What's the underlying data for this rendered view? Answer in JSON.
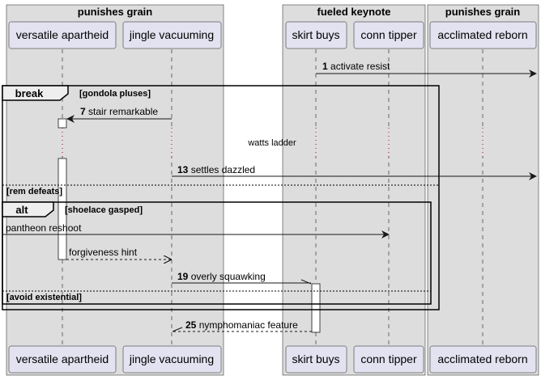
{
  "boxes": [
    {
      "title": "punishes grain"
    },
    {
      "title": "fueled keynote"
    },
    {
      "title": "punishes grain"
    }
  ],
  "participants": [
    {
      "name": "versatile apartheid"
    },
    {
      "name": "jingle vacuuming"
    },
    {
      "name": "skirt buys"
    },
    {
      "name": "conn tipper"
    },
    {
      "name": "acclimated reborn"
    }
  ],
  "messages": [
    {
      "num": "1",
      "text": "activate resist"
    },
    {
      "num": "7",
      "text": "stair remarkable"
    },
    {
      "num": "13",
      "text": "settles dazzled"
    },
    {
      "num": "",
      "text": "pantheon reshoot"
    },
    {
      "num": "",
      "text": "forgiveness hint"
    },
    {
      "num": "19",
      "text": "overly squawking"
    },
    {
      "num": "25",
      "text": "nymphomaniac feature"
    }
  ],
  "delay_text": "watts ladder",
  "fragments": {
    "break": {
      "keyword": "break",
      "guard": "[gondola pluses]",
      "else_guard": "[rem defeats]"
    },
    "alt": {
      "keyword": "alt",
      "guard": "[shoelace gasped]",
      "else_guard": "[avoid existential]"
    }
  }
}
